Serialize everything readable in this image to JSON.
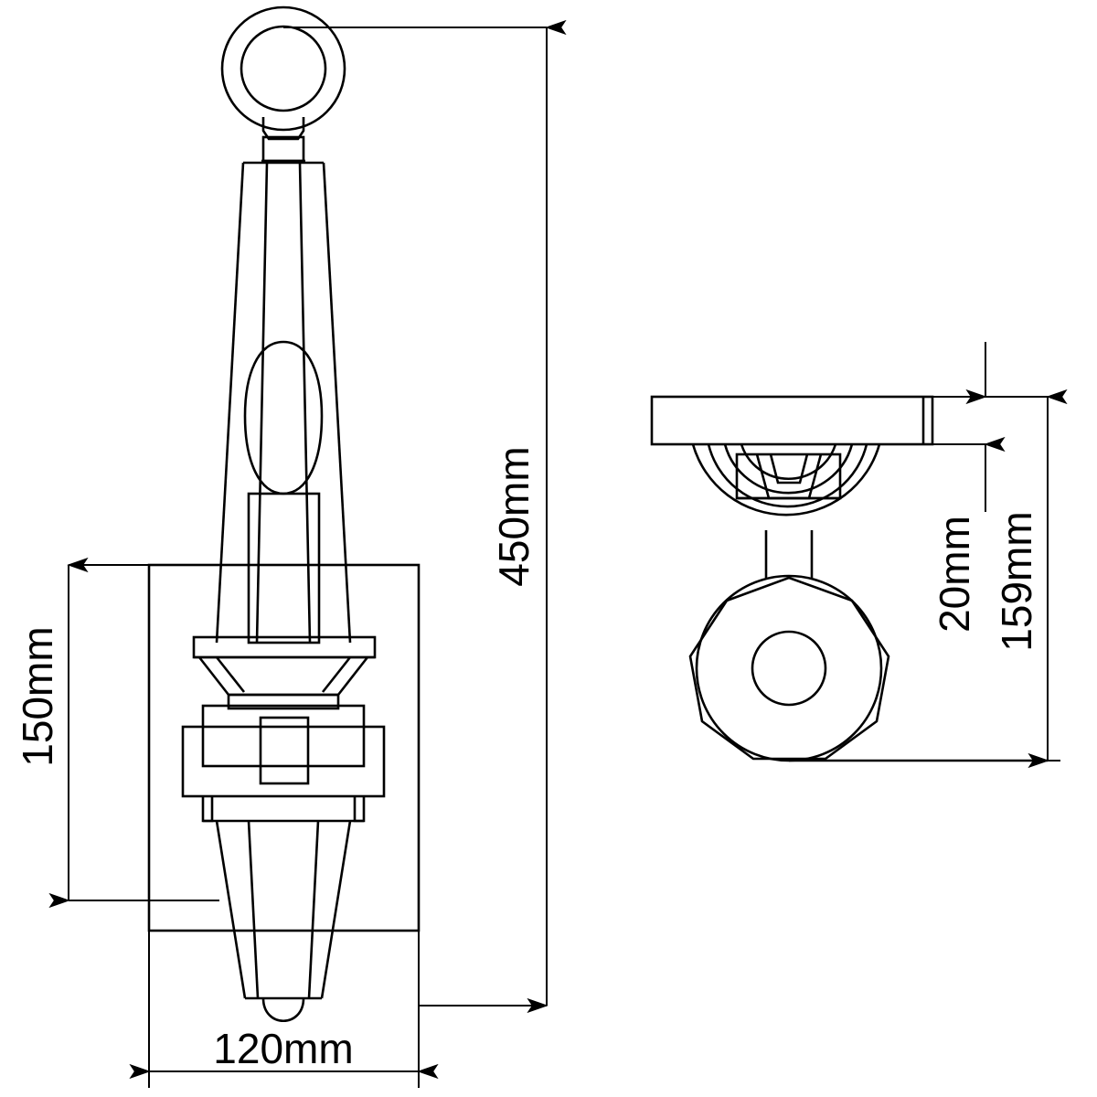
{
  "drawing": {
    "title": "wall-sconce-technical-drawing",
    "background_color": "#ffffff",
    "line_color": "#000000",
    "units": "mm"
  },
  "dimensions": {
    "overall_height": "450mm",
    "backplate_height": "150mm",
    "backplate_width": "120mm",
    "plate_thickness": "20mm",
    "projection_depth": "159mm"
  },
  "views": {
    "front": {
      "name": "front-elevation",
      "parts": [
        "suspension-ring",
        "collar-band",
        "tapered-upper-body",
        "flame-detail",
        "candle-tube",
        "upper-flange",
        "conical-shade",
        "hub-body",
        "center-block",
        "lower-cone",
        "rounded-tip",
        "wall-backplate"
      ]
    },
    "side": {
      "name": "side-elevation",
      "parts": [
        "mounting-plate",
        "arc-bracket",
        "bracket-detail-box",
        "neck-stem",
        "nonagon-body",
        "center-bore"
      ]
    }
  },
  "labels": {
    "height_450": "450mm",
    "height_150": "150mm",
    "width_120": "120mm",
    "thickness_20": "20mm",
    "depth_159": "159mm"
  }
}
